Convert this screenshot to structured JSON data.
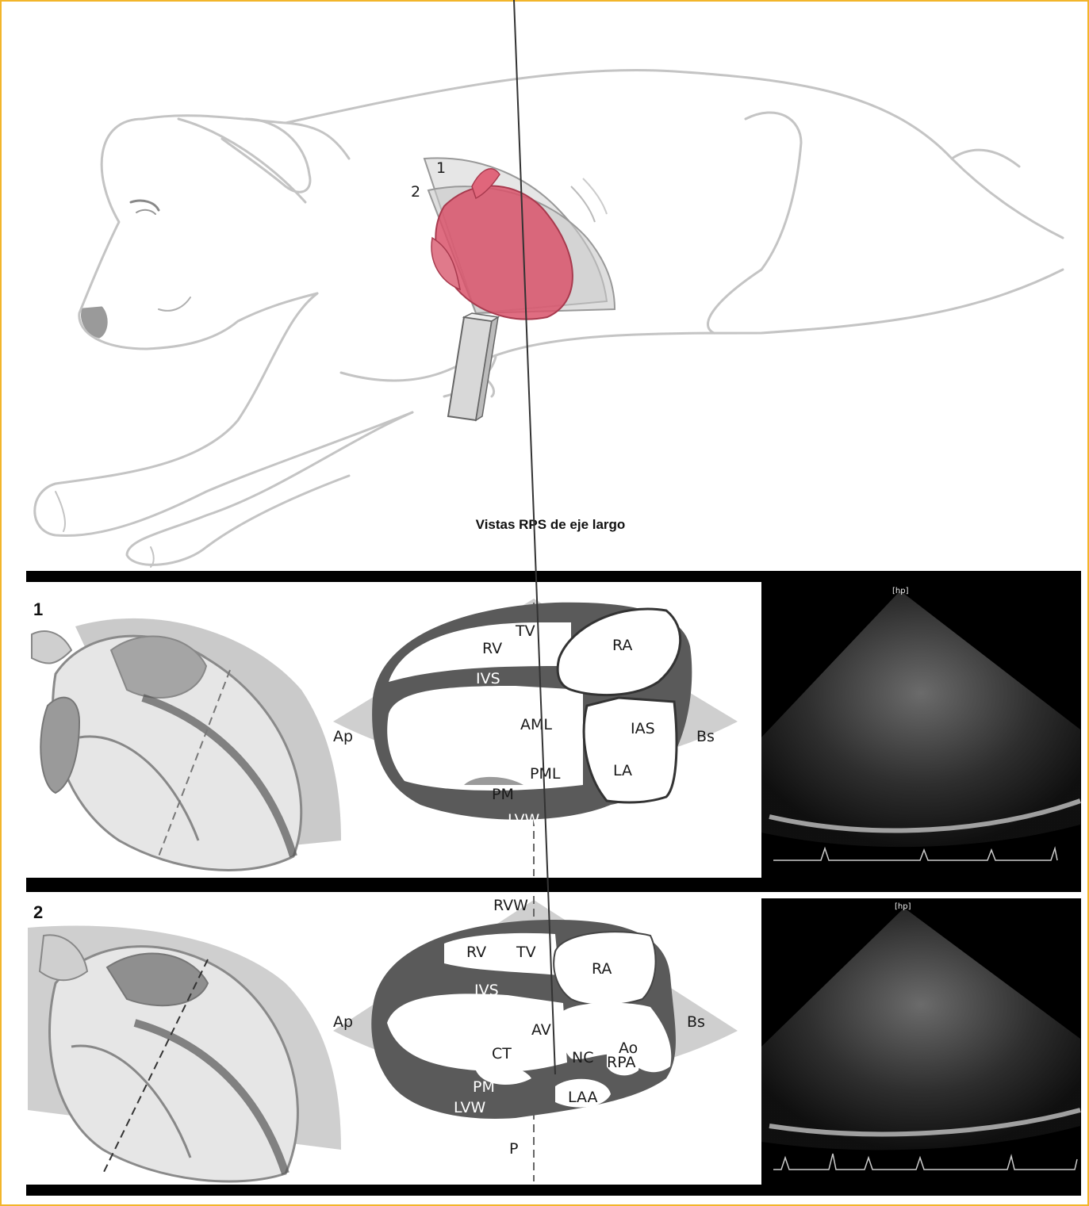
{
  "caption": "Vistas RPS de eje largo",
  "dog_planes": [
    "1",
    "2"
  ],
  "panels": [
    {
      "number": "1",
      "labels": {
        "tv": "TV",
        "rv": "RV",
        "ra": "RA",
        "ivs": "IVS",
        "aml": "AML",
        "ias": "IAS",
        "ap": "Ap",
        "bs": "Bs",
        "pml": "PML",
        "la": "LA",
        "pm": "PM",
        "lvw": "LVW"
      },
      "echo_logo": "[hp]"
    },
    {
      "number": "2",
      "labels": {
        "rvw": "RVW",
        "rv": "RV",
        "tv": "TV",
        "ra": "RA",
        "ivs": "IVS",
        "ap": "Ap",
        "bs": "Bs",
        "av": "AV",
        "ao": "Ao",
        "nc": "NC",
        "ct": "CT",
        "rpa": "RPA",
        "pm": "PM",
        "lvw": "LVW",
        "laa": "LAA",
        "p": "P"
      },
      "echo_logo": "[hp]"
    }
  ],
  "colors": {
    "border": "#f2b52a",
    "heart": "#d9536b",
    "wall": "#5a5a5a",
    "sector": "#cfcfcf",
    "bar": "#000000"
  }
}
